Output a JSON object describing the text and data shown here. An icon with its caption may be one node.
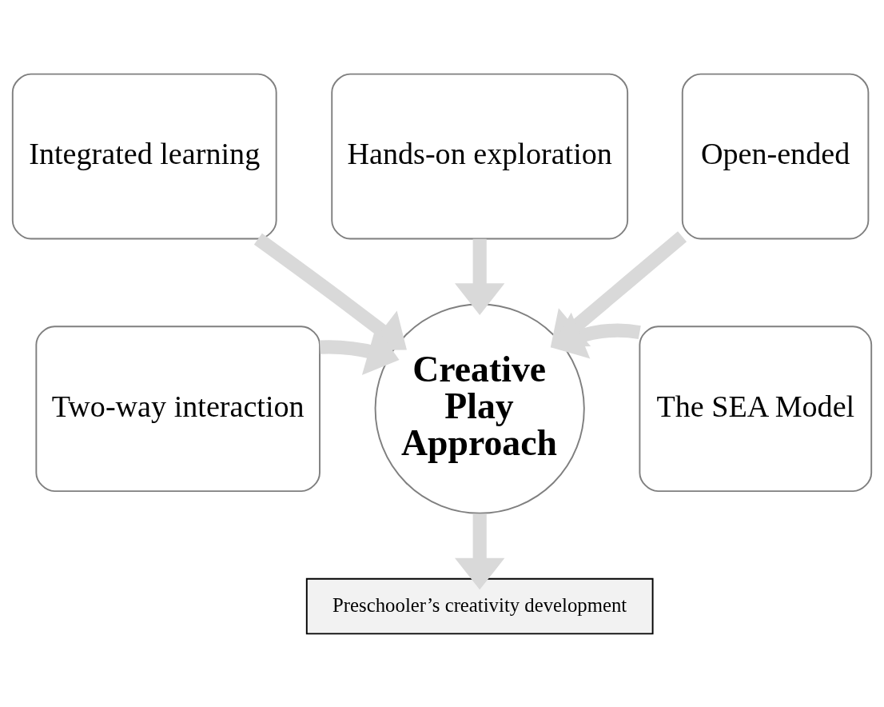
{
  "diagram": {
    "nodes": [
      {
        "text": [
          "Hands-on exploration"
        ]
      },
      {
        "text": [
          "Integrated learning"
        ]
      },
      {
        "text": [
          "Open-ended"
        ]
      },
      {
        "text": [
          "Two-way interaction"
        ]
      },
      {
        "text": [
          "Creative Play Approach"
        ]
      },
      {
        "text": [
          "The SEA Model"
        ]
      },
      {
        "text": [
          "Preschooler’s creativity development"
        ]
      }
    ],
    "edges": [
      {
        "from": 1,
        "to": 4,
        "arrow": "to"
      },
      {
        "from": 0,
        "to": 4,
        "arrow": "to"
      },
      {
        "from": 2,
        "to": 4,
        "arrow": "to"
      },
      {
        "from": 3,
        "to": 4,
        "arrow": "to"
      },
      {
        "from": 5,
        "to": 4,
        "arrow": "to"
      },
      {
        "from": 4,
        "to": 6,
        "arrow": "to"
      }
    ]
  }
}
